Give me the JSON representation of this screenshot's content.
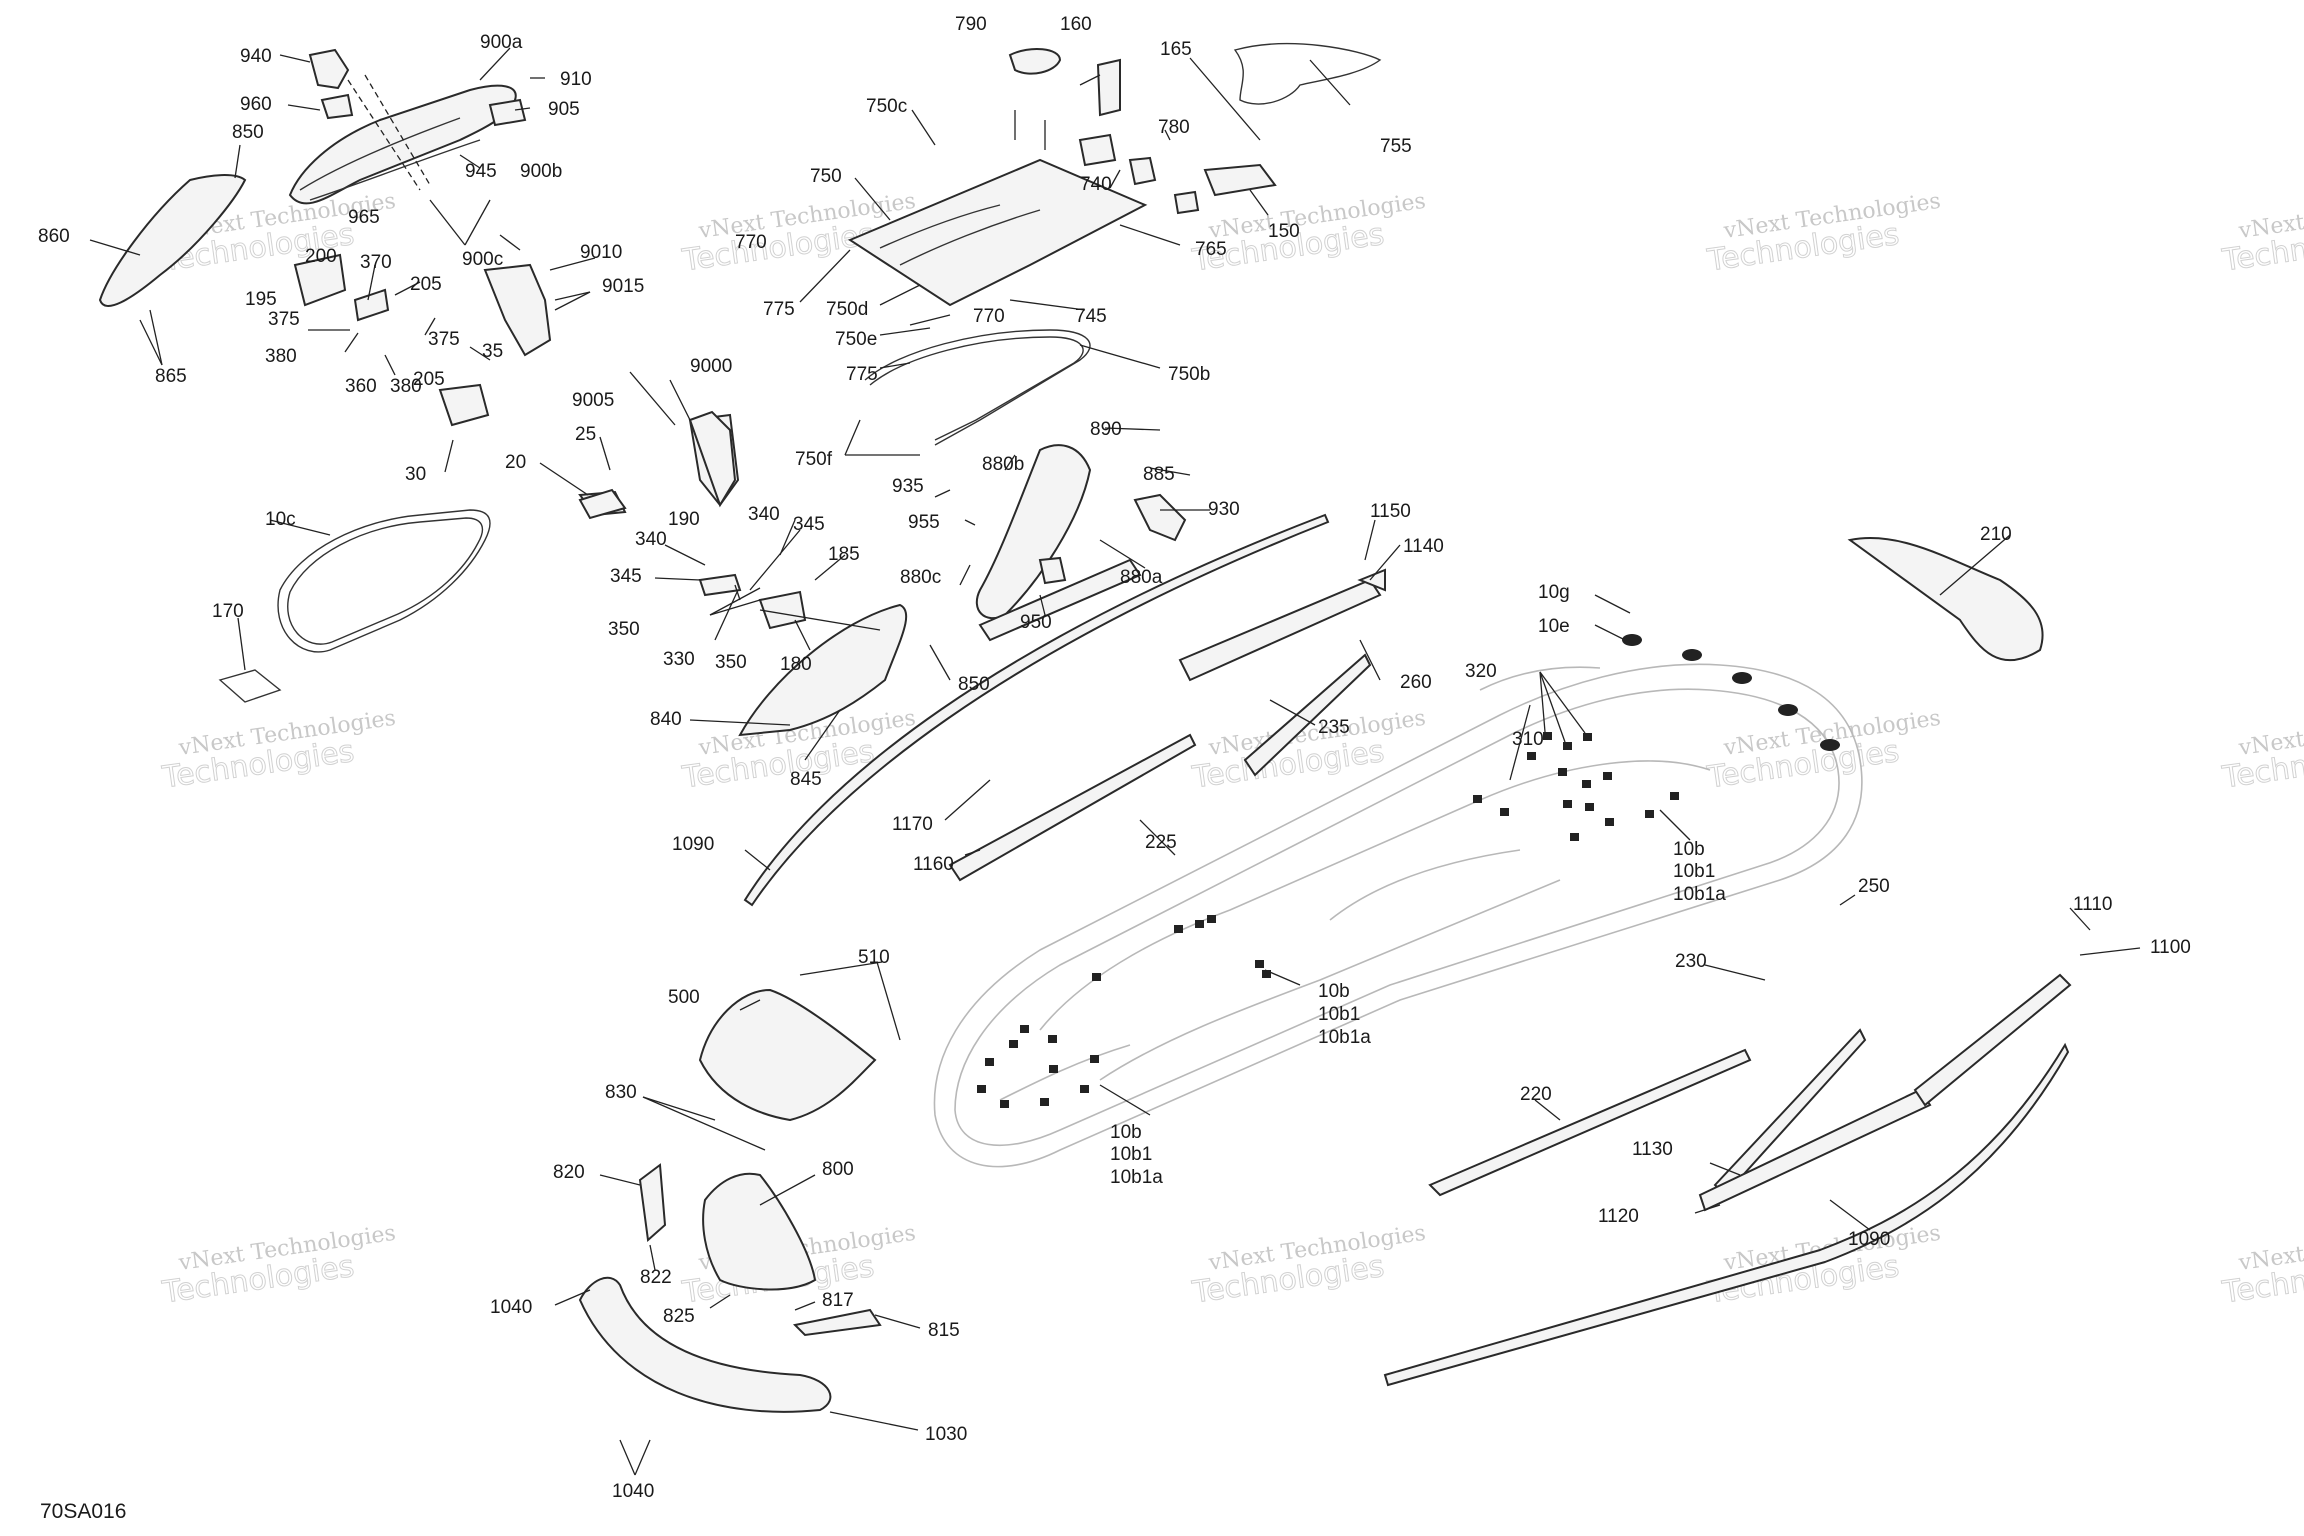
{
  "diagram_code": "70SA016",
  "watermark": {
    "line1": "vNext Technologies",
    "line2": "Technologies"
  },
  "labels": [
    {
      "id": "940",
      "text": "940"
    },
    {
      "id": "900a",
      "text": "900a"
    },
    {
      "id": "910",
      "text": "910"
    },
    {
      "id": "960",
      "text": "960"
    },
    {
      "id": "905",
      "text": "905"
    },
    {
      "id": "850a",
      "text": "850"
    },
    {
      "id": "900b",
      "text": "900b"
    },
    {
      "id": "945",
      "text": "945"
    },
    {
      "id": "965",
      "text": "965"
    },
    {
      "id": "860",
      "text": "860"
    },
    {
      "id": "900c",
      "text": "900c"
    },
    {
      "id": "200",
      "text": "200"
    },
    {
      "id": "370",
      "text": "370"
    },
    {
      "id": "205a",
      "text": "205"
    },
    {
      "id": "195",
      "text": "195"
    },
    {
      "id": "9010",
      "text": "9010"
    },
    {
      "id": "9015",
      "text": "9015"
    },
    {
      "id": "375a",
      "text": "375"
    },
    {
      "id": "375b",
      "text": "375"
    },
    {
      "id": "35",
      "text": "35"
    },
    {
      "id": "865",
      "text": "865"
    },
    {
      "id": "380a",
      "text": "380"
    },
    {
      "id": "360",
      "text": "360"
    },
    {
      "id": "380b",
      "text": "380"
    },
    {
      "id": "205b",
      "text": "205"
    },
    {
      "id": "30",
      "text": "30"
    },
    {
      "id": "790",
      "text": "790"
    },
    {
      "id": "160",
      "text": "160"
    },
    {
      "id": "165",
      "text": "165"
    },
    {
      "id": "755",
      "text": "755"
    },
    {
      "id": "750c",
      "text": "750c"
    },
    {
      "id": "780",
      "text": "780"
    },
    {
      "id": "750",
      "text": "750"
    },
    {
      "id": "740",
      "text": "740"
    },
    {
      "id": "770a",
      "text": "770"
    },
    {
      "id": "150",
      "text": "150"
    },
    {
      "id": "765",
      "text": "765"
    },
    {
      "id": "775a",
      "text": "775"
    },
    {
      "id": "750d",
      "text": "750d"
    },
    {
      "id": "745",
      "text": "745"
    },
    {
      "id": "770b",
      "text": "770"
    },
    {
      "id": "750e",
      "text": "750e"
    },
    {
      "id": "775b",
      "text": "775"
    },
    {
      "id": "750b",
      "text": "750b"
    },
    {
      "id": "750f",
      "text": "750f"
    },
    {
      "id": "9000",
      "text": "9000"
    },
    {
      "id": "9005",
      "text": "9005"
    },
    {
      "id": "25",
      "text": "25"
    },
    {
      "id": "20",
      "text": "20"
    },
    {
      "id": "890",
      "text": "890"
    },
    {
      "id": "880b",
      "text": "880b"
    },
    {
      "id": "885",
      "text": "885"
    },
    {
      "id": "935",
      "text": "935"
    },
    {
      "id": "930",
      "text": "930"
    },
    {
      "id": "955",
      "text": "955"
    },
    {
      "id": "880a",
      "text": "880a"
    },
    {
      "id": "880c",
      "text": "880c"
    },
    {
      "id": "950",
      "text": "950"
    },
    {
      "id": "10c",
      "text": "10c"
    },
    {
      "id": "170",
      "text": "170"
    },
    {
      "id": "190",
      "text": "190"
    },
    {
      "id": "340a",
      "text": "340"
    },
    {
      "id": "345a",
      "text": "345"
    },
    {
      "id": "340b",
      "text": "340"
    },
    {
      "id": "185",
      "text": "185"
    },
    {
      "id": "345b",
      "text": "345"
    },
    {
      "id": "350a",
      "text": "350"
    },
    {
      "id": "330",
      "text": "330"
    },
    {
      "id": "350b",
      "text": "350"
    },
    {
      "id": "180",
      "text": "180"
    },
    {
      "id": "850b",
      "text": "850"
    },
    {
      "id": "840",
      "text": "840"
    },
    {
      "id": "845",
      "text": "845"
    },
    {
      "id": "1150",
      "text": "1150"
    },
    {
      "id": "1140",
      "text": "1140"
    },
    {
      "id": "260",
      "text": "260"
    },
    {
      "id": "235",
      "text": "235"
    },
    {
      "id": "1170",
      "text": "1170"
    },
    {
      "id": "1160",
      "text": "1160"
    },
    {
      "id": "225",
      "text": "225"
    },
    {
      "id": "1090a",
      "text": "1090"
    },
    {
      "id": "210",
      "text": "210"
    },
    {
      "id": "10g",
      "text": "10g"
    },
    {
      "id": "10e",
      "text": "10e"
    },
    {
      "id": "320",
      "text": "320"
    },
    {
      "id": "310",
      "text": "310"
    },
    {
      "id": "10b_1",
      "text": "10b"
    },
    {
      "id": "10b1_1",
      "text": "10b1"
    },
    {
      "id": "10b1a_1",
      "text": "10b1a"
    },
    {
      "id": "250",
      "text": "250"
    },
    {
      "id": "1110",
      "text": "1110"
    },
    {
      "id": "1100",
      "text": "1100"
    },
    {
      "id": "230",
      "text": "230"
    },
    {
      "id": "10b_2",
      "text": "10b"
    },
    {
      "id": "10b1_2",
      "text": "10b1"
    },
    {
      "id": "10b1a_2",
      "text": "10b1a"
    },
    {
      "id": "220",
      "text": "220"
    },
    {
      "id": "10b_3",
      "text": "10b"
    },
    {
      "id": "10b1_3",
      "text": "10b1"
    },
    {
      "id": "10b1a_3",
      "text": "10b1a"
    },
    {
      "id": "1130",
      "text": "1130"
    },
    {
      "id": "1120",
      "text": "1120"
    },
    {
      "id": "1090b",
      "text": "1090"
    },
    {
      "id": "510",
      "text": "510"
    },
    {
      "id": "500",
      "text": "500"
    },
    {
      "id": "830",
      "text": "830"
    },
    {
      "id": "820",
      "text": "820"
    },
    {
      "id": "800",
      "text": "800"
    },
    {
      "id": "822",
      "text": "822"
    },
    {
      "id": "1040a",
      "text": "1040"
    },
    {
      "id": "817",
      "text": "817"
    },
    {
      "id": "815",
      "text": "815"
    },
    {
      "id": "825",
      "text": "825"
    },
    {
      "id": "1030",
      "text": "1030"
    },
    {
      "id": "1040b",
      "text": "1040"
    }
  ]
}
